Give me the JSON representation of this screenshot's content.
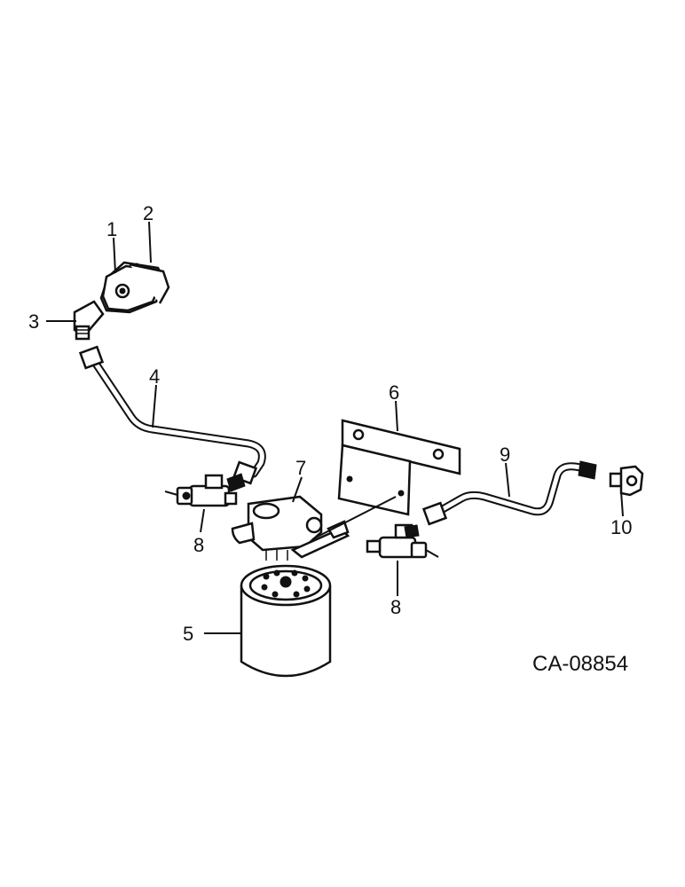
{
  "diagram": {
    "code": "CA-08854",
    "callouts": [
      {
        "id": "c1",
        "text": "1"
      },
      {
        "id": "c2",
        "text": "2"
      },
      {
        "id": "c3",
        "text": "3"
      },
      {
        "id": "c4",
        "text": "4"
      },
      {
        "id": "c5",
        "text": "5"
      },
      {
        "id": "c6",
        "text": "6"
      },
      {
        "id": "c7",
        "text": "7"
      },
      {
        "id": "c8a",
        "text": "8"
      },
      {
        "id": "c8b",
        "text": "8"
      },
      {
        "id": "c9",
        "text": "9"
      },
      {
        "id": "c10",
        "text": "10"
      }
    ]
  }
}
